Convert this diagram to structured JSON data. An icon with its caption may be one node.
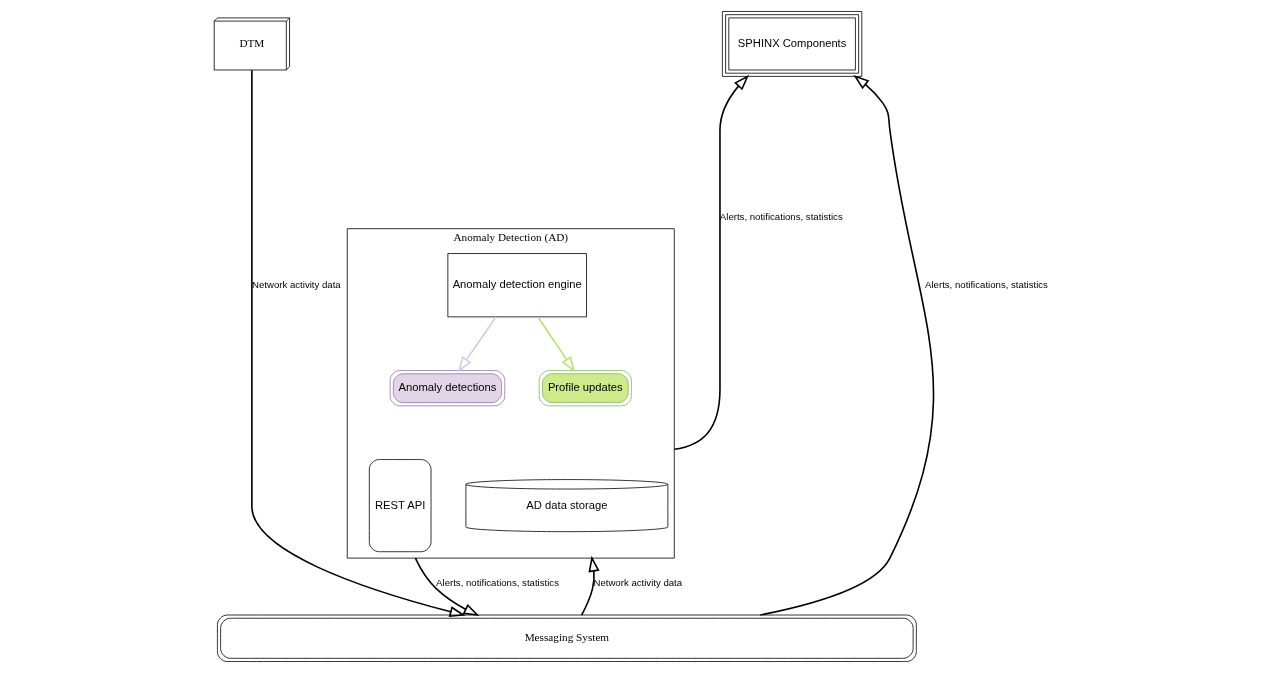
{
  "diagram": {
    "nodes": [
      {
        "text": [
          "DTM"
        ]
      },
      {
        "text": [
          "Anomaly Detection (AD)"
        ]
      },
      {
        "text": [
          "Anomaly detection engine"
        ],
        "in": 1
      },
      {
        "text": [
          "Profile updates"
        ],
        "in": 1
      },
      {
        "text": [
          "Anomaly detections"
        ],
        "in": 1
      },
      {
        "text": [
          "REST API"
        ],
        "in": 1
      },
      {
        "text": [
          "AD data storage"
        ],
        "in": 1
      },
      {
        "text": [
          "SPHINX Components"
        ]
      },
      {
        "text": [
          "Messaging System"
        ]
      }
    ],
    "edges": [
      {
        "from": 0,
        "to": 8,
        "arrow": "to",
        "label": "Network activity data"
      },
      {
        "from": 1,
        "to": 8,
        "arrow": "to",
        "label": "Alerts, notifications, statistics"
      },
      {
        "from": 8,
        "to": 1,
        "arrow": "to",
        "label": "Network activity data"
      },
      {
        "from": 1,
        "to": 7,
        "arrow": "to",
        "label": "Alerts, notifications, statistics"
      },
      {
        "from": 8,
        "to": 7,
        "arrow": "to",
        "label": "Alerts, notifications, statistics"
      },
      {
        "from": 2,
        "to": 3,
        "arrow": "to",
        "color": "#b9e07a"
      },
      {
        "from": 2,
        "to": 4,
        "arrow": "to",
        "color": "#d9c8e3"
      }
    ]
  }
}
